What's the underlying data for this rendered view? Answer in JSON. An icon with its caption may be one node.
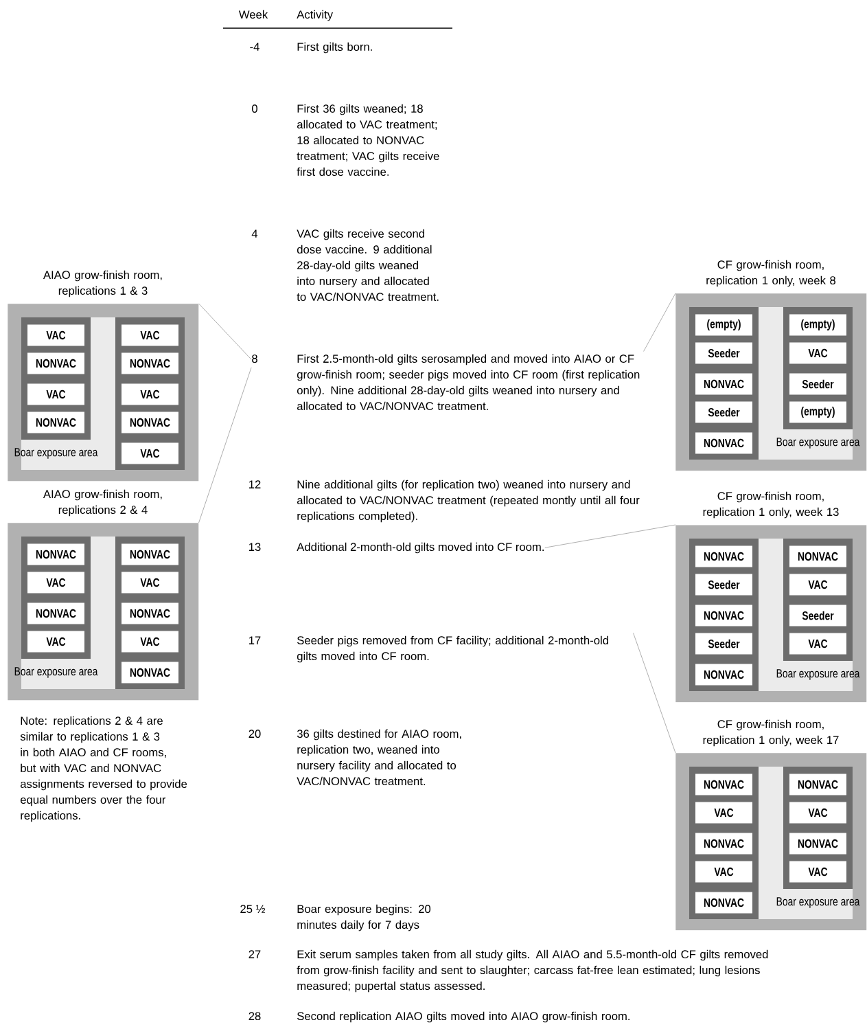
{
  "diagram": {
    "nodes": [
      {
        "text": [
          "AIAO grow-finish room, replications 1 & 3",
          "Boar exposure area"
        ]
      },
      {
        "text": [
          "VAC"
        ],
        "in": 0
      },
      {
        "text": [
          "NONVAC"
        ],
        "in": 0
      },
      {
        "text": [
          "VAC"
        ],
        "in": 0
      },
      {
        "text": [
          "NONVAC"
        ],
        "in": 0
      },
      {
        "text": [
          "VAC"
        ],
        "in": 0
      },
      {
        "text": [
          "NONVAC"
        ],
        "in": 0
      },
      {
        "text": [
          "VAC"
        ],
        "in": 0
      },
      {
        "text": [
          "NONVAC"
        ],
        "in": 0
      },
      {
        "text": [
          "VAC"
        ],
        "in": 0
      },
      {
        "text": [
          "AIAO grow-finish room, replications 2 & 4",
          "Boar exposure area"
        ]
      },
      {
        "text": [
          "NONVAC"
        ],
        "in": 10
      },
      {
        "text": [
          "VAC"
        ],
        "in": 10
      },
      {
        "text": [
          "NONVAC"
        ],
        "in": 10
      },
      {
        "text": [
          "VAC"
        ],
        "in": 10
      },
      {
        "text": [
          "NONVAC"
        ],
        "in": 10
      },
      {
        "text": [
          "VAC"
        ],
        "in": 10
      },
      {
        "text": [
          "NONVAC"
        ],
        "in": 10
      },
      {
        "text": [
          "VAC"
        ],
        "in": 10
      },
      {
        "text": [
          "NONVAC"
        ],
        "in": 10
      },
      {
        "text": [
          "CF grow-finish room, replication 1 only, week 8",
          "Boar exposure area"
        ]
      },
      {
        "text": [
          "(empty)"
        ],
        "in": 20
      },
      {
        "text": [
          "Seeder"
        ],
        "in": 20
      },
      {
        "text": [
          "NONVAC"
        ],
        "in": 20
      },
      {
        "text": [
          "Seeder"
        ],
        "in": 20
      },
      {
        "text": [
          "NONVAC"
        ],
        "in": 20
      },
      {
        "text": [
          "(empty)"
        ],
        "in": 20
      },
      {
        "text": [
          "VAC"
        ],
        "in": 20
      },
      {
        "text": [
          "Seeder"
        ],
        "in": 20
      },
      {
        "text": [
          "(empty)"
        ],
        "in": 20
      },
      {
        "text": [
          "CF grow-finish room, replication 1 only, week 13",
          "Boar exposure area"
        ]
      },
      {
        "text": [
          "NONVAC"
        ],
        "in": 30
      },
      {
        "text": [
          "Seeder"
        ],
        "in": 30
      },
      {
        "text": [
          "NONVAC"
        ],
        "in": 30
      },
      {
        "text": [
          "Seeder"
        ],
        "in": 30
      },
      {
        "text": [
          "NONVAC"
        ],
        "in": 30
      },
      {
        "text": [
          "NONVAC"
        ],
        "in": 30
      },
      {
        "text": [
          "VAC"
        ],
        "in": 30
      },
      {
        "text": [
          "Seeder"
        ],
        "in": 30
      },
      {
        "text": [
          "VAC"
        ],
        "in": 30
      },
      {
        "text": [
          "CF grow-finish room, replication 1 only, week 17",
          "Boar exposure area"
        ]
      },
      {
        "text": [
          "NONVAC"
        ],
        "in": 40
      },
      {
        "text": [
          "VAC"
        ],
        "in": 40
      },
      {
        "text": [
          "NONVAC"
        ],
        "in": 40
      },
      {
        "text": [
          "VAC"
        ],
        "in": 40
      },
      {
        "text": [
          "NONVAC"
        ],
        "in": 40
      },
      {
        "text": [
          "NONVAC"
        ],
        "in": 40
      },
      {
        "text": [
          "VAC"
        ],
        "in": 40
      },
      {
        "text": [
          "NONVAC"
        ],
        "in": 40
      },
      {
        "text": [
          "VAC"
        ],
        "in": 40
      },
      {
        "text": [
          "8"
        ]
      },
      {
        "text": [
          "First 2.5-month-old gilts serosampled and moved into AIAO or CF grow-finish room; seeder pigs moved into CF room (first replication only). Nine additional 28-day-old gilts weaned into nursery and allocated to VAC/NONVAC treatment."
        ]
      },
      {
        "text": [
          "Additional 2-month-old gilts moved into CF room."
        ]
      },
      {
        "text": [
          "Seeder pigs removed from CF facility; additional 2-month-old gilts moved into CF room."
        ]
      }
    ],
    "edges": [
      {
        "from": 0,
        "to": 50,
        "arrow": "none"
      },
      {
        "from": 10,
        "to": 50,
        "arrow": "none"
      },
      {
        "from": 20,
        "to": 51,
        "arrow": "none"
      },
      {
        "from": 30,
        "to": 52,
        "arrow": "none"
      },
      {
        "from": 40,
        "to": 53,
        "arrow": "none"
      }
    ],
    "labels": [
      "Week",
      "Activity",
      "-4",
      "First gilts born.",
      "0",
      "First 36 gilts weaned; 18 allocated to VAC treatment; 18 allocated to NONVAC treatment; VAC gilts receive first dose vaccine.",
      "4",
      "VAC gilts receive second dose vaccine. 9 additional 28-day-old gilts weaned into nursery and allocated to VAC/NONVAC treatment.",
      "12",
      "Nine additional gilts (for replication two) weaned into nursery and allocated to VAC/NONVAC treatment (repeated montly until all four replications completed).",
      "13",
      "17",
      "20",
      "36 gilts destined for AIAO room, replication two, weaned into nursery facility and allocated to VAC/NONVAC treatment.",
      "25 ½",
      "Boar exposure begins: 20 minutes daily for 7 days",
      "27",
      "Exit serum samples taken from all study gilts. All AIAO and 5.5-month-old CF gilts removed from grow-finish facility and sent to slaughter; carcass fat-free lean estimated; lung lesions measured; pupertal status assessed.",
      "28",
      "Second replication AIAO gilts moved into AIAO grow-finish room.",
      "Note: replications 2 & 4 are similar to replications 1 & 3 in both AIAO and CF rooms, but with VAC and NONVAC assignments reversed to provide equal numbers over the four replications."
    ]
  }
}
